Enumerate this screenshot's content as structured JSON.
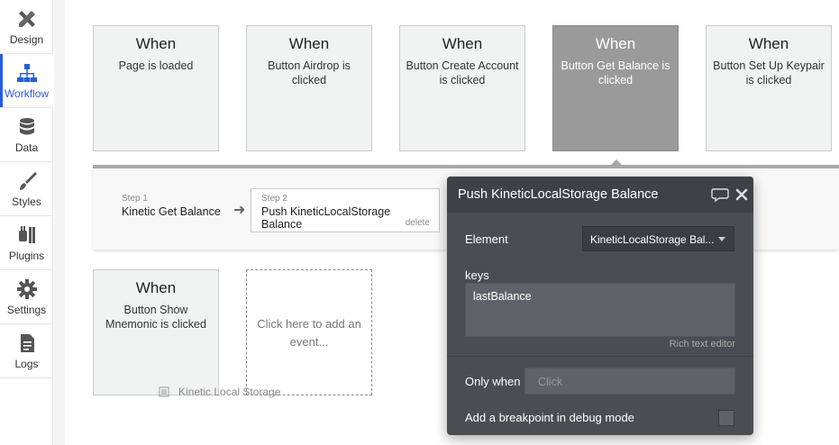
{
  "nav": [
    {
      "label": "Design",
      "icon": "design-icon"
    },
    {
      "label": "Workflow",
      "icon": "workflow-icon",
      "active": true
    },
    {
      "label": "Data",
      "icon": "database-icon"
    },
    {
      "label": "Styles",
      "icon": "brush-icon"
    },
    {
      "label": "Plugins",
      "icon": "plug-icon"
    },
    {
      "label": "Settings",
      "icon": "gear-icon"
    },
    {
      "label": "Logs",
      "icon": "document-icon"
    }
  ],
  "events": [
    {
      "when": "When",
      "desc": "Page is loaded"
    },
    {
      "when": "When",
      "desc": "Button Airdrop is clicked"
    },
    {
      "when": "When",
      "desc": "Button Create Account is clicked"
    },
    {
      "when": "When",
      "desc": "Button Get Balance is clicked",
      "selected": true
    },
    {
      "when": "When",
      "desc": "Button Set Up Keypair is clicked"
    },
    {
      "when": "When",
      "desc": "Button Show Mnemonic is clicked"
    }
  ],
  "add_event": "Click here to add an event...",
  "steps": [
    {
      "num": "Step 1",
      "name": "Kinetic Get Balance"
    },
    {
      "num": "Step 2",
      "name": "Push KineticLocalStorage Balance",
      "delete": "delete"
    }
  ],
  "floating_label": "Kinetic Local Storage",
  "editor": {
    "title": "Push KineticLocalStorage Balance",
    "element_label": "Element",
    "element_value": "KineticLocalStorage Bal...",
    "keys_label": "keys",
    "keys_value": "lastBalance",
    "rich_text": "Rich text editor",
    "only_when_label": "Only when",
    "only_when_placeholder": "Click",
    "breakpoint_label": "Add a breakpoint in debug mode"
  },
  "colors": {
    "accent": "#2a5bd7",
    "selected_card": "#9a9a9a",
    "editor_bg": "#4a4e52"
  }
}
